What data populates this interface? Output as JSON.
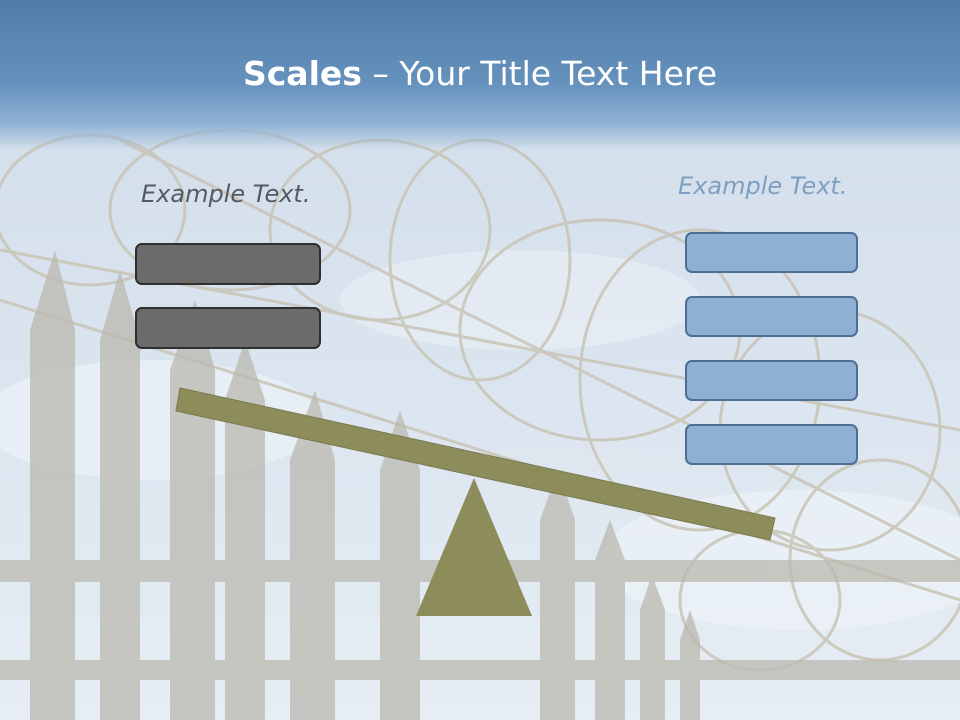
{
  "slide": {
    "title_bold": "Scales",
    "title_rest": " – Your Title Text Here",
    "left_label": "Example Text.",
    "right_label": "Example Text.",
    "left_boxes": 2,
    "right_boxes": 4
  },
  "colors": {
    "header": "#5f8bb8",
    "beam": "#8d8c5b",
    "fulcrum": "#8d8c5b",
    "left_box_fill": "#6b6b6b",
    "right_box_fill": "#8fb0d3"
  }
}
